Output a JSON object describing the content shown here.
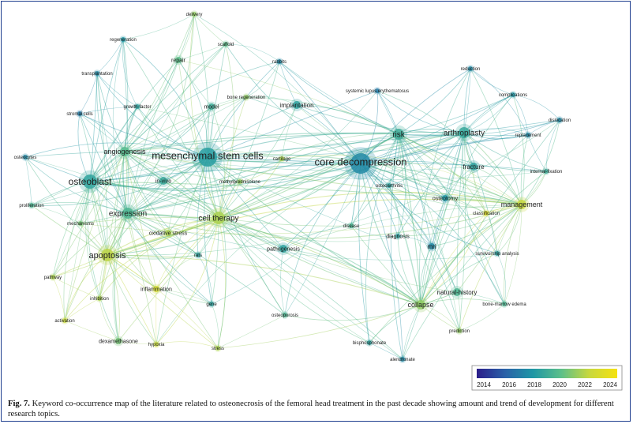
{
  "figure": {
    "caption_label": "Fig. 7.",
    "caption_text": "Keyword co-occurrence map of the literature related to osteonecrosis of the femoral head treatment in the past decade showing amount and trend of development for different research topics."
  },
  "colorbar": {
    "ticks": [
      "2014",
      "2016",
      "2018",
      "2020",
      "2022",
      "2024"
    ],
    "stops": [
      "#2b1d8a",
      "#2a61a8",
      "#1f97a5",
      "#5cbf8a",
      "#c8d83e",
      "#f5e210"
    ]
  },
  "nodes": [
    {
      "label": "core decompression",
      "year": 2017.5
    },
    {
      "label": "mesenchymal stem cells",
      "year": 2018.3
    },
    {
      "label": "osteoblast",
      "year": 2018.6
    },
    {
      "label": "apoptosis",
      "year": 2021.8
    },
    {
      "label": "cell therapy",
      "year": 2021.5
    },
    {
      "label": "expression",
      "year": 2019.5
    },
    {
      "label": "arthroplasty",
      "year": 2018.8
    },
    {
      "label": "risk",
      "year": 2019.0
    },
    {
      "label": "collapse",
      "year": 2021.0
    },
    {
      "label": "management",
      "year": 2022.0
    },
    {
      "label": "angiogenesis",
      "year": 2019.8
    },
    {
      "label": "fracture",
      "year": 2018.5
    },
    {
      "label": "natural-history",
      "year": 2019.5
    },
    {
      "label": "implantation",
      "year": 2018.5
    },
    {
      "label": "mri",
      "year": 2017.5
    },
    {
      "label": "osteotomy",
      "year": 2018.0
    },
    {
      "label": "in-vivo",
      "year": 2018.8
    },
    {
      "label": "pathogenesis",
      "year": 2018.5
    },
    {
      "label": "repair",
      "year": 2020.0
    },
    {
      "label": "model",
      "year": 2019.0
    },
    {
      "label": "dexamethasone",
      "year": 2020.5
    },
    {
      "label": "oxidative stress",
      "year": 2021.5
    },
    {
      "label": "inflammation",
      "year": 2022.5
    },
    {
      "label": "rabbits",
      "year": 2017.5
    },
    {
      "label": "delivery",
      "year": 2021.0
    },
    {
      "label": "regeneration",
      "year": 2018.0
    },
    {
      "label": "scaffold",
      "year": 2020.0
    },
    {
      "label": "transplantation",
      "year": 2017.5
    },
    {
      "label": "growth-factor",
      "year": 2018.5
    },
    {
      "label": "stromal cells",
      "year": 2017.0
    },
    {
      "label": "osteocytes",
      "year": 2017.5
    },
    {
      "label": "bone regeneration",
      "year": 2021.0
    },
    {
      "label": "systemic lupus erythematosus",
      "year": 2017.0
    },
    {
      "label": "reduction",
      "year": 2017.5
    },
    {
      "label": "complications",
      "year": 2018.0
    },
    {
      "label": "dislocation",
      "year": 2017.5
    },
    {
      "label": "replacement",
      "year": 2017.5
    },
    {
      "label": "cartilage",
      "year": 2021.5
    },
    {
      "label": "methylprednisolone",
      "year": 2021.0
    },
    {
      "label": "osteoarthritis",
      "year": 2018.5
    },
    {
      "label": "internal-fixation",
      "year": 2019.0
    },
    {
      "label": "classification",
      "year": 2023.0
    },
    {
      "label": "proliferation",
      "year": 2019.5
    },
    {
      "label": "mechanisms",
      "year": 2020.5
    },
    {
      "label": "disease",
      "year": 2019.5
    },
    {
      "label": "diagnosis",
      "year": 2018.5
    },
    {
      "label": "rats",
      "year": 2018.5
    },
    {
      "label": "survivorship analysis",
      "year": 2018.5
    },
    {
      "label": "pathway",
      "year": 2021.5
    },
    {
      "label": "inhibition",
      "year": 2021.5
    },
    {
      "label": "gene",
      "year": 2018.5
    },
    {
      "label": "bone-marrow edema",
      "year": 2019.5
    },
    {
      "label": "osteoporosis",
      "year": 2019.5
    },
    {
      "label": "prediction",
      "year": 2021.0
    },
    {
      "label": "activation",
      "year": 2022.0
    },
    {
      "label": "hypoxia",
      "year": 2022.0
    },
    {
      "label": "bisphosphonate",
      "year": 2018.5
    },
    {
      "label": "stress",
      "year": 2021.5
    },
    {
      "label": "alendronate",
      "year": 2017.5
    }
  ]
}
